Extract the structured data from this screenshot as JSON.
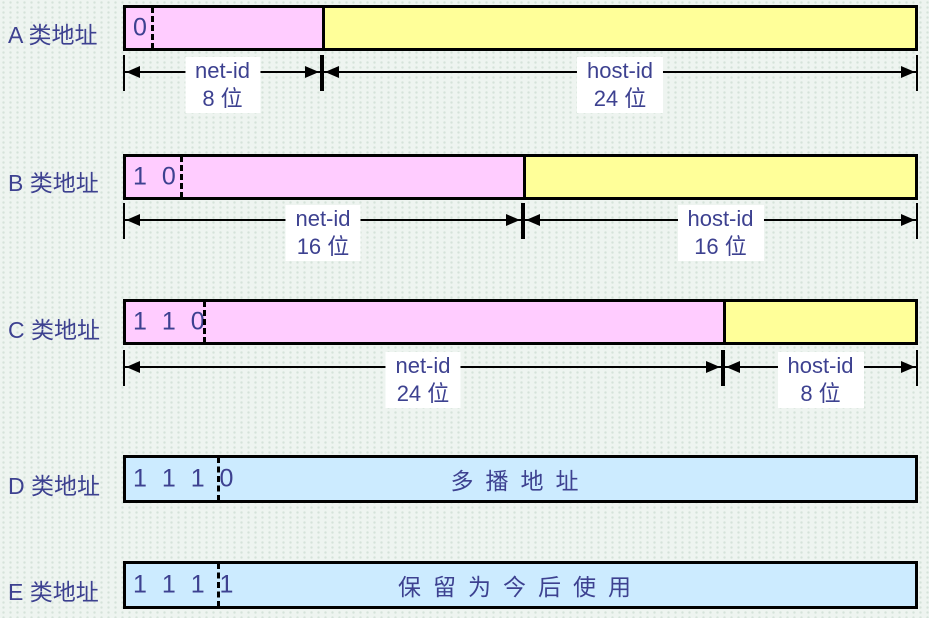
{
  "colors": {
    "net_id_fill": "#FFCCFF",
    "host_id_fill": "#FFFF99",
    "special_fill": "#CCEBFF",
    "text_color": "#3D4190",
    "border_color": "#000000",
    "label_bg": "#FFFFFF",
    "page_bg": "#EEF4F0",
    "page_dot": "#D5E2D9"
  },
  "legend": {
    "net_segment_meaning": "net-id",
    "host_segment_meaning": "host-id"
  },
  "rows": [
    {
      "id": "A",
      "label": "A 类地址",
      "prefix_bits": "0",
      "net": {
        "name": "net-id",
        "bits": "8 位"
      },
      "host": {
        "name": "host-id",
        "bits": "24 位"
      }
    },
    {
      "id": "B",
      "label": "B 类地址",
      "prefix_bits": "1 0",
      "net": {
        "name": "net-id",
        "bits": "16 位"
      },
      "host": {
        "name": "host-id",
        "bits": "16 位"
      }
    },
    {
      "id": "C",
      "label": "C 类地址",
      "prefix_bits": "1 1 0",
      "net": {
        "name": "net-id",
        "bits": "24 位"
      },
      "host": {
        "name": "host-id",
        "bits": "8 位"
      }
    },
    {
      "id": "D",
      "label": "D 类地址",
      "prefix_bits": "1 1 1 0",
      "content": "多播地址"
    },
    {
      "id": "E",
      "label": "E 类地址",
      "prefix_bits": "1 1 1 1",
      "content": "保留为今后使用"
    }
  ]
}
